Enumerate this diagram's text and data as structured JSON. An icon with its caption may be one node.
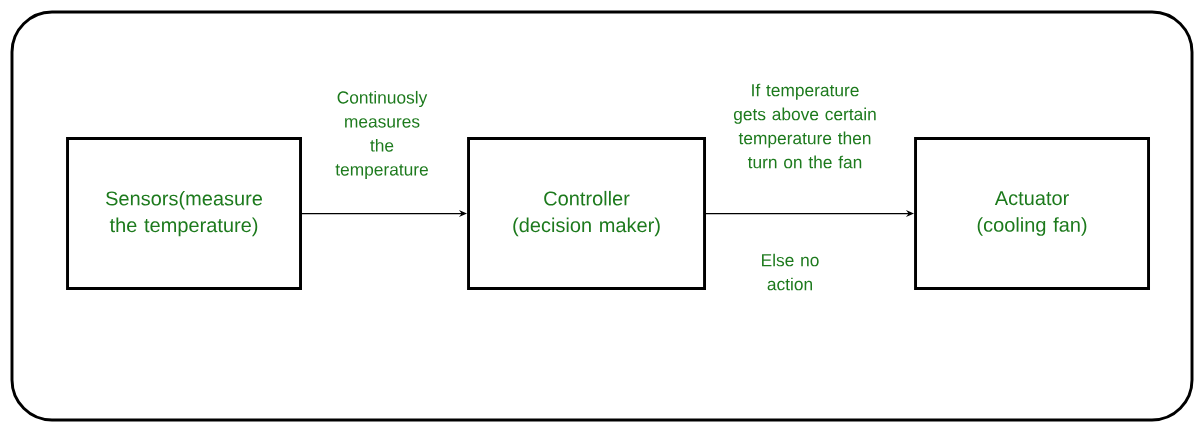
{
  "diagram": {
    "nodes": [
      {
        "text": [],
        "shape": "box"
      },
      {
        "text": [
          "Sensors(measure the temperature)"
        ],
        "in": 0
      },
      {
        "text": [
          "Controller (decision maker)"
        ],
        "in": 0
      },
      {
        "text": [
          "Actuator (cooling fan)"
        ],
        "in": 0
      }
    ],
    "edges": [
      {
        "from": 1,
        "to": 2,
        "arrow": "to",
        "label": "Continuosly measures the temperature"
      },
      {
        "from": 2,
        "to": 3,
        "arrow": "to",
        "label": "If temperature gets above certain temperature then turn on the fan"
      }
    ],
    "labels": [
      "Else no action"
    ]
  }
}
